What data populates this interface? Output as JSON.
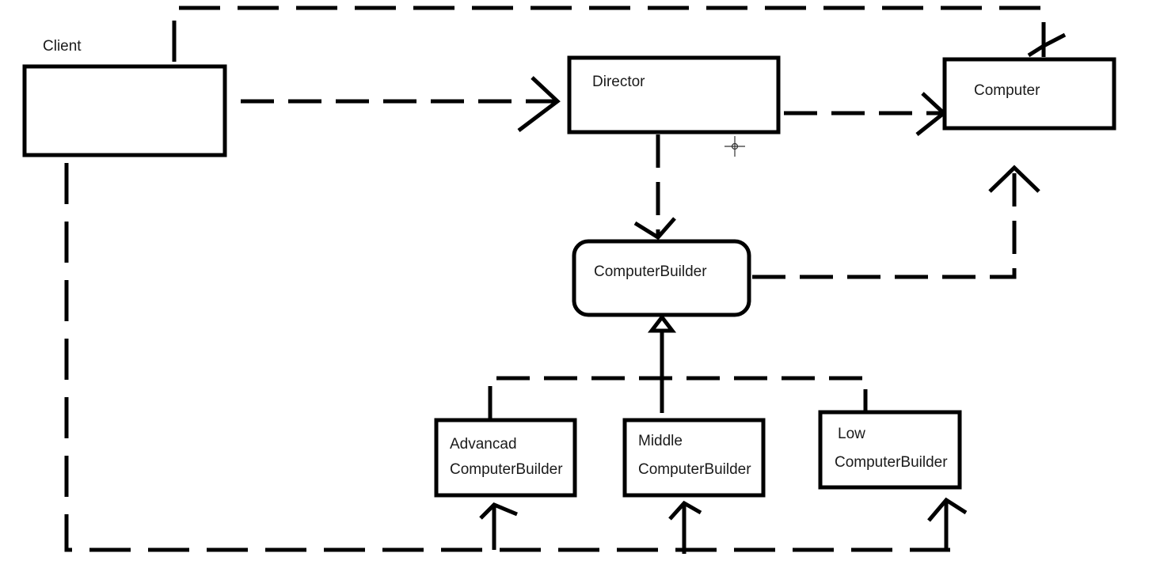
{
  "nodes": {
    "client": "Client",
    "director": "Director",
    "computer": "Computer",
    "computer_builder": "ComputerBuilder",
    "advanced": {
      "line1": "Advancad",
      "line2": "ComputerBuilder"
    },
    "middle": {
      "line1": "Middle",
      "line2": "ComputerBuilder"
    },
    "low": {
      "line1": "Low",
      "line2": "ComputerBuilder"
    }
  },
  "colors": {
    "stroke": "#000000",
    "background": "#ffffff",
    "text": "#1a1a1a"
  },
  "icons": {
    "cursor": "crosshair-cursor-icon"
  }
}
